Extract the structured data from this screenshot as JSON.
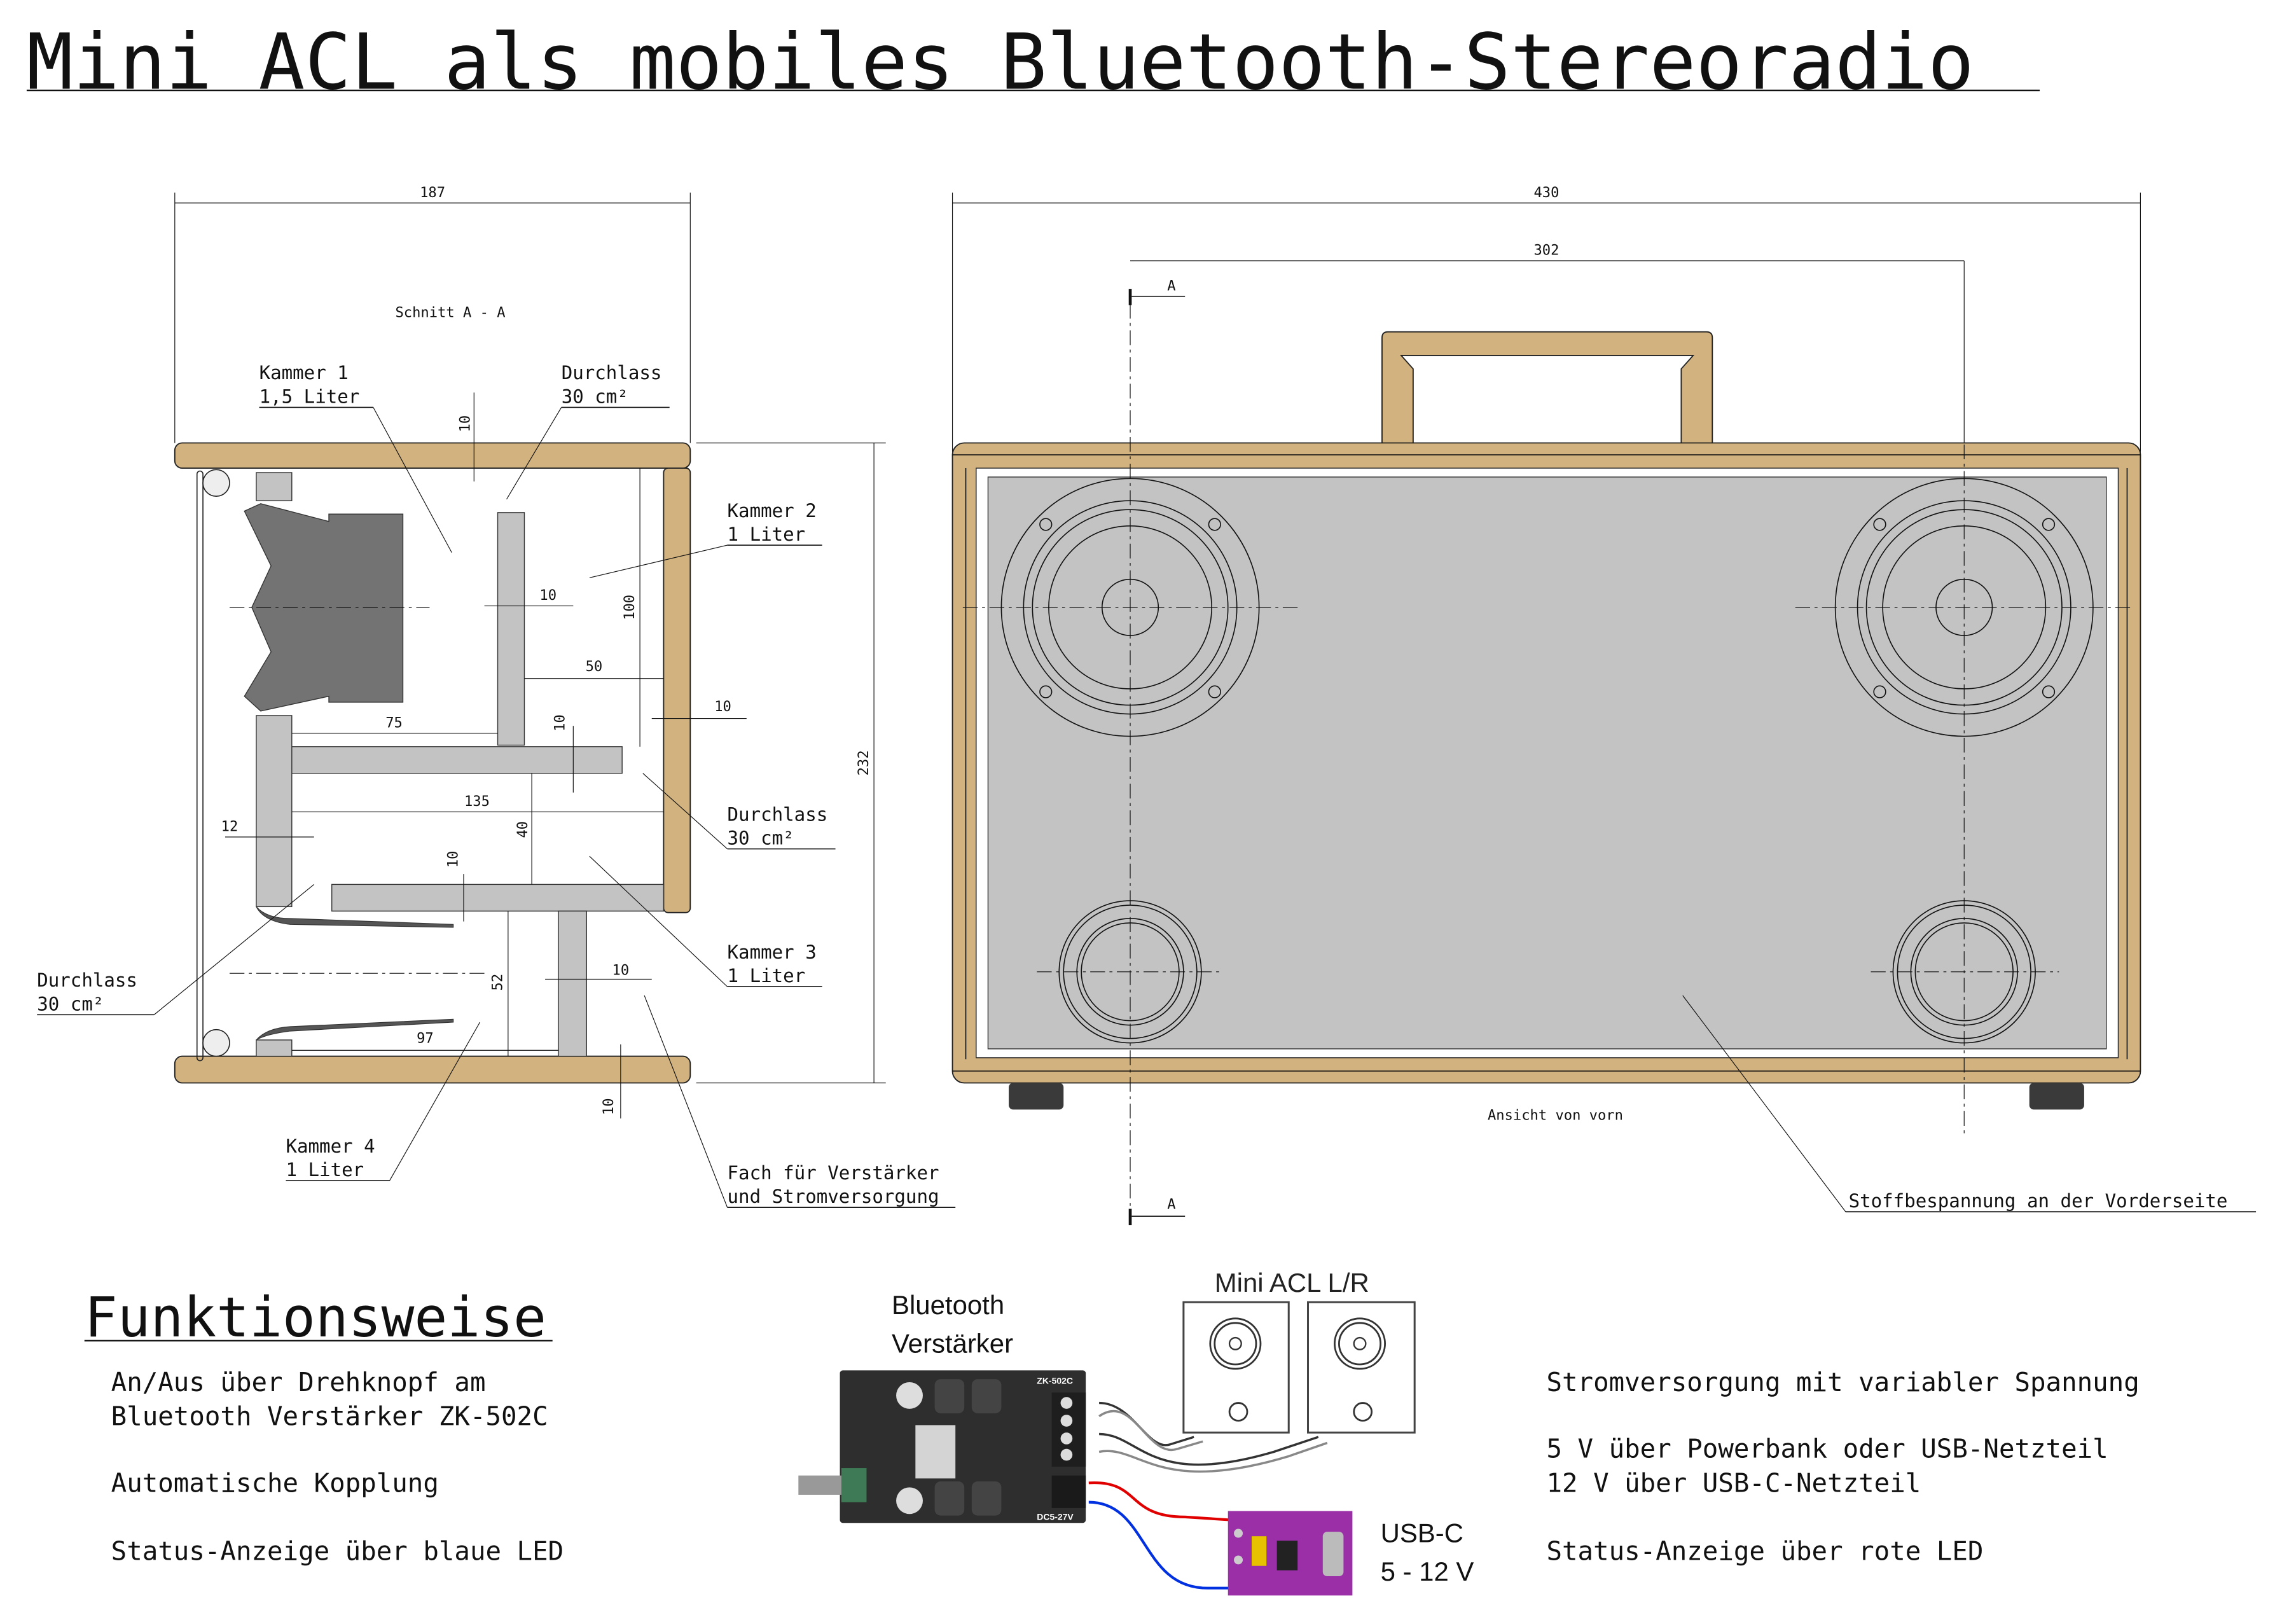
{
  "title": "Mini ACL als mobiles Bluetooth-Stereoradio",
  "section_view": {
    "caption": "Schnitt A - A",
    "labels": {
      "kammer1": [
        "Kammer 1",
        "1,5 Liter"
      ],
      "durchlass_top": [
        "Durchlass",
        "30 cm²"
      ],
      "kammer2": [
        "Kammer 2",
        "1 Liter"
      ],
      "durchlass_mid": [
        "Durchlass",
        "30 cm²"
      ],
      "kammer3": [
        "Kammer 3",
        "1 Liter"
      ],
      "durchlass_left": [
        "Durchlass",
        "30 cm²"
      ],
      "kammer4": [
        "Kammer 4",
        "1 Liter"
      ],
      "fach": [
        "Fach für Verstärker",
        "und Stromversorgung"
      ]
    },
    "dimensions": {
      "width": "187",
      "height": "232",
      "top_board": "10",
      "baffle": "10",
      "chamber2_height": "100",
      "gap_50": "50",
      "side_board": "10",
      "shelf": "10",
      "len_75": "75",
      "len_135": "135",
      "gap_40": "40",
      "front_12": "12",
      "shelf2": "10",
      "gap_52": "52",
      "post": "10",
      "len_97": "97",
      "bottom_board": "10"
    }
  },
  "front_view": {
    "caption": "Ansicht von vorn",
    "section_marker": "A",
    "fabric_label": "Stoffbespannung an der Vorderseite",
    "dimensions": {
      "width": "430",
      "driver_spacing": "302"
    }
  },
  "function": {
    "heading": "Funktionsweise",
    "left_lines": [
      "An/Aus über Drehknopf am",
      "Bluetooth Verstärker ZK-502C",
      "Automatische Kopplung",
      "Status-Anzeige über blaue LED"
    ],
    "right_lines": [
      "Stromversorgung mit variabler Spannung",
      "5 V über Powerbank oder USB-Netzteil",
      "12 V über USB-C-Netzteil",
      "Status-Anzeige über rote LED"
    ]
  },
  "wiring": {
    "amp_label": [
      "Bluetooth",
      "Verstärker"
    ],
    "speakers_label": "Mini ACL L/R",
    "usb_label": [
      "USB-C",
      "5 - 12 V"
    ],
    "amp_model": "ZK-502C",
    "amp_input": "DC5-27V",
    "colors": {
      "positive": "#E00000",
      "negative": "#0030E0",
      "board_amp": "#2E2E2E",
      "board_usb": "#9A2FA8"
    }
  }
}
